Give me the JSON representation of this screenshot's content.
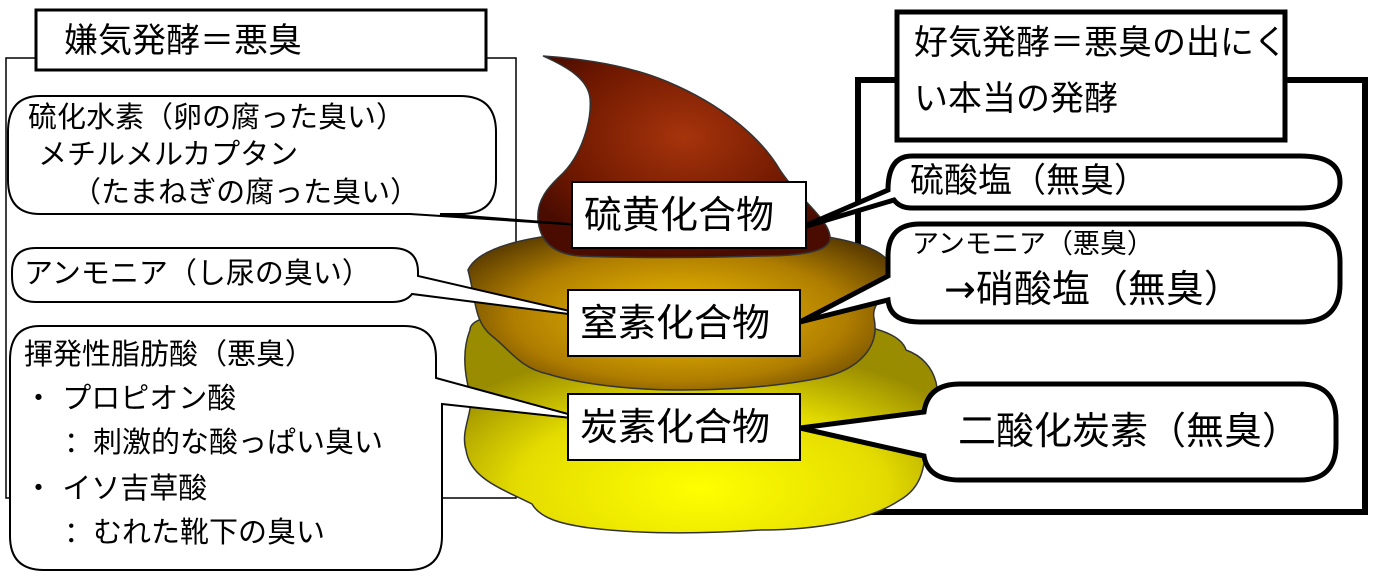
{
  "left_panel": {
    "title": "嫌気発酵＝悪臭",
    "callouts": [
      {
        "lines": [
          "硫化水素（卵の腐った臭い）",
          "メチルメルカプタン",
          "（たまねぎの腐った臭い）"
        ]
      },
      {
        "lines": [
          "アンモニア（し尿の臭い）"
        ]
      },
      {
        "lines": [
          "揮発性脂肪酸（悪臭）",
          "・ プロピオン酸",
          "：刺激的な酸っぱい臭い",
          "・ イソ吉草酸",
          "：むれた靴下の臭い"
        ]
      }
    ]
  },
  "center": {
    "compounds": [
      "硫黄化合物",
      "窒素化合物",
      "炭素化合物"
    ],
    "pile_colors": [
      "#7a1c00",
      "#a07600",
      "#e8e000"
    ]
  },
  "right_panel": {
    "title_lines": [
      "好気発酵＝悪臭の出にく",
      "い本当の発酵"
    ],
    "callouts": [
      {
        "lines": [
          "硫酸塩（無臭）"
        ]
      },
      {
        "lines": [
          "アンモニア（悪臭）",
          "→硝酸塩（無臭）"
        ]
      },
      {
        "lines": [
          "二酸化炭素（無臭）"
        ]
      }
    ]
  }
}
